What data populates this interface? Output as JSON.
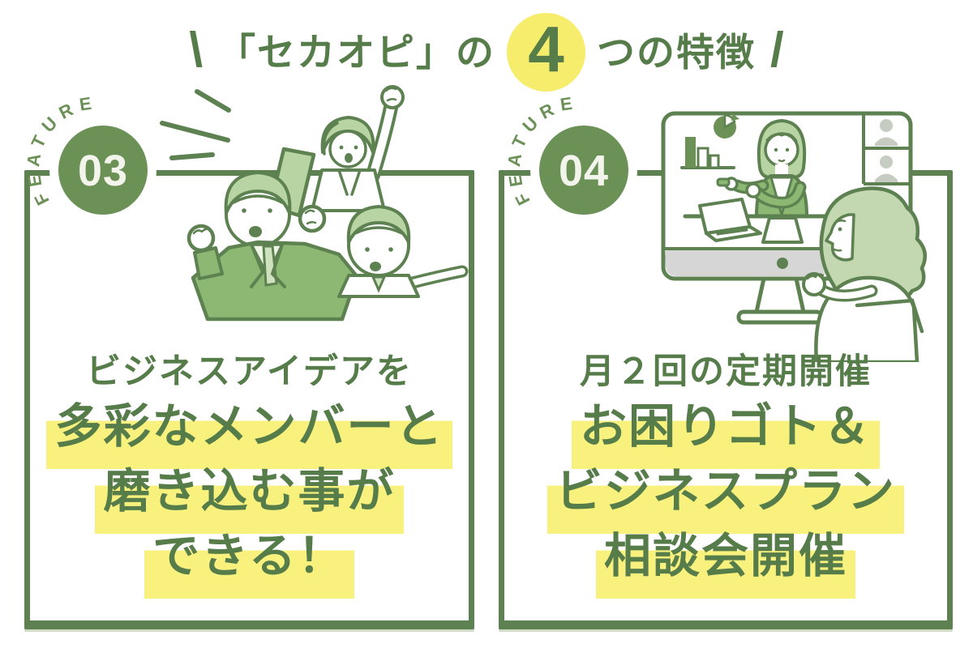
{
  "header": {
    "decor_left": "\\",
    "title_prefix": "「セカオピ」の",
    "count_number": "4",
    "title_suffix": "つの特徴",
    "decor_right": "/"
  },
  "colors": {
    "text_green": "#567c4a",
    "line_green": "#5d8150",
    "badge_green": "#6b9157",
    "count_circle_yellow": "#f5ed6b",
    "highlight_yellow": "#f9f17d",
    "illustration_light_green": "#b9d4a3",
    "illustration_mid_green": "#8cb873",
    "bezel_gray": "#d6d6d6"
  },
  "features": [
    {
      "badge_label": "FEATURE",
      "badge_number": "03",
      "illustration": "three-businesspeople-cheering",
      "lines": [
        {
          "text": "ビジネスアイデアを",
          "highlight": false
        },
        {
          "text": "多彩なメンバーと",
          "highlight": true
        },
        {
          "text": "磨き込む事が",
          "highlight": true
        },
        {
          "text": "できる！",
          "highlight": true
        }
      ]
    },
    {
      "badge_label": "FEATURE",
      "badge_number": "04",
      "illustration": "online-video-consultation-monitor",
      "lines": [
        {
          "text": "月２回の定期開催",
          "highlight": false
        },
        {
          "text": "お困りゴト＆",
          "highlight": true
        },
        {
          "text": "ビジネスプラン",
          "highlight": true
        },
        {
          "text": "相談会開催",
          "highlight": true
        }
      ]
    }
  ]
}
